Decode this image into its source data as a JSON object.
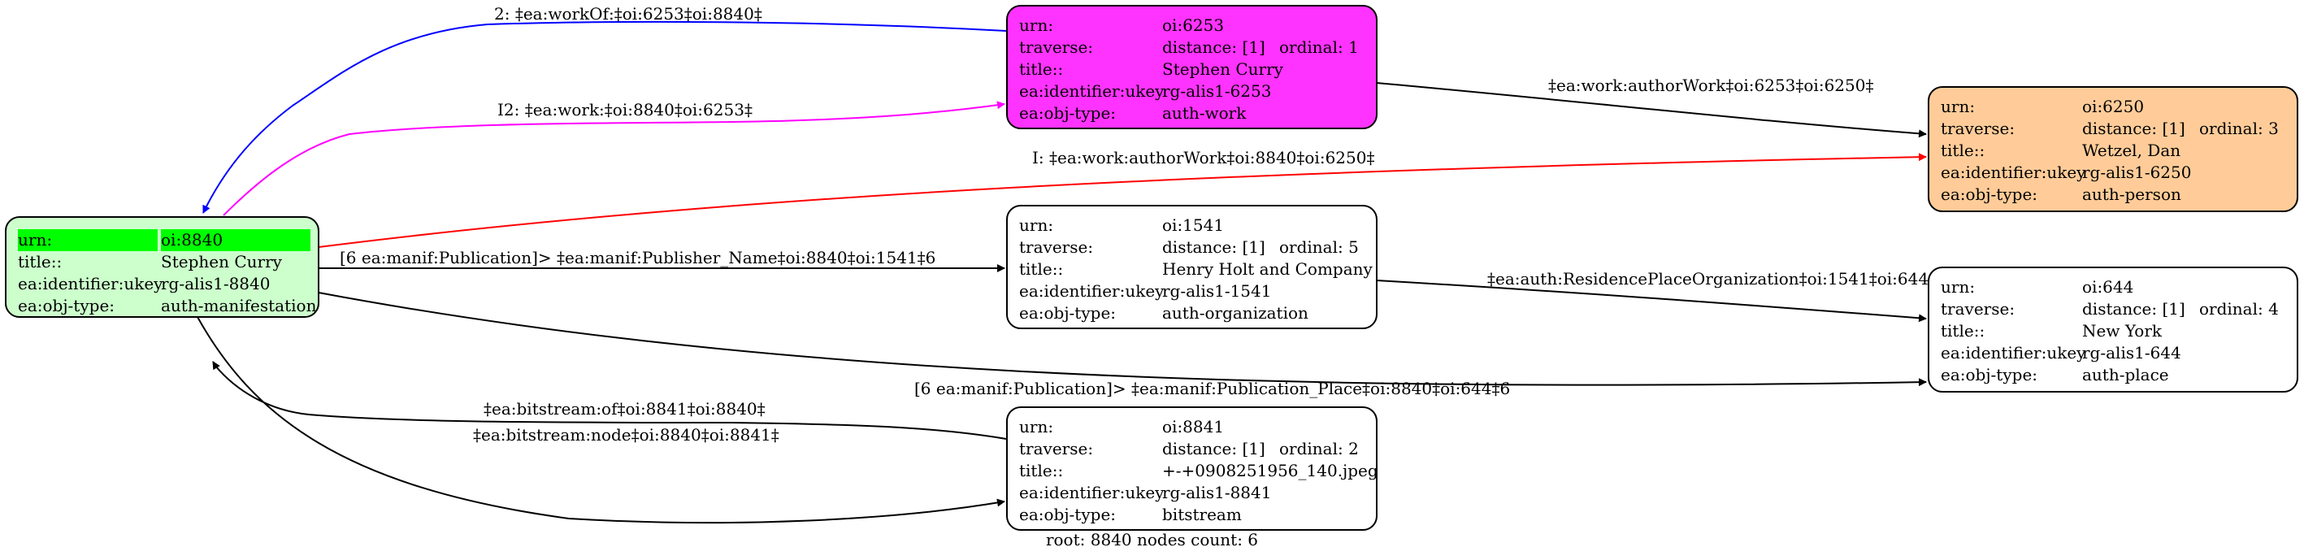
{
  "colors": {
    "root_fill": "#ccffcc",
    "root_highlight": "#00ff00",
    "work_fill": "#ff33ff",
    "person_fill": "#ffcc99",
    "plain_fill": "#ffffff",
    "edge_blue": "#0000ff",
    "edge_magenta": "#ff00ff",
    "edge_red": "#ff0000",
    "edge_black": "#000000"
  },
  "nodes": {
    "root": {
      "rows": [
        {
          "key": "urn:",
          "value": "oi:8840"
        },
        {
          "key": "title::",
          "value": "Stephen Curry"
        },
        {
          "key": "ea:identifier:ukey",
          "value": "rg-alis1-8840"
        },
        {
          "key": "ea:obj-type:",
          "value": "auth-manifestation"
        }
      ]
    },
    "work": {
      "rows": [
        {
          "key": "urn:",
          "value": "oi:6253"
        },
        {
          "key": "traverse:",
          "value": "distance: [1]",
          "extra": "ordinal: 1"
        },
        {
          "key": "title::",
          "value": "Stephen Curry"
        },
        {
          "key": "ea:identifier:ukey",
          "value": "rg-alis1-6253"
        },
        {
          "key": "ea:obj-type:",
          "value": "auth-work"
        }
      ]
    },
    "person": {
      "rows": [
        {
          "key": "urn:",
          "value": "oi:6250"
        },
        {
          "key": "traverse:",
          "value": "distance: [1]",
          "extra": "ordinal: 3"
        },
        {
          "key": "title::",
          "value": "Wetzel, Dan"
        },
        {
          "key": "ea:identifier:ukey",
          "value": "rg-alis1-6250"
        },
        {
          "key": "ea:obj-type:",
          "value": "auth-person"
        }
      ]
    },
    "organization": {
      "rows": [
        {
          "key": "urn:",
          "value": "oi:1541"
        },
        {
          "key": "traverse:",
          "value": "distance: [1]",
          "extra": "ordinal: 5"
        },
        {
          "key": "title::",
          "value": "Henry Holt and Company"
        },
        {
          "key": "ea:identifier:ukey",
          "value": "rg-alis1-1541"
        },
        {
          "key": "ea:obj-type:",
          "value": "auth-organization"
        }
      ]
    },
    "place": {
      "rows": [
        {
          "key": "urn:",
          "value": "oi:644"
        },
        {
          "key": "traverse:",
          "value": "distance: [1]",
          "extra": "ordinal: 4"
        },
        {
          "key": "title::",
          "value": "New York"
        },
        {
          "key": "ea:identifier:ukey",
          "value": "rg-alis1-644"
        },
        {
          "key": "ea:obj-type:",
          "value": "auth-place"
        }
      ]
    },
    "bitstream": {
      "rows": [
        {
          "key": "urn:",
          "value": "oi:8841"
        },
        {
          "key": "traverse:",
          "value": "distance: [1]",
          "extra": "ordinal: 2"
        },
        {
          "key": "title::",
          "value": "+-+0908251956_140.jpeg"
        },
        {
          "key": "ea:identifier:ukey",
          "value": "rg-alis1-8841"
        },
        {
          "key": "ea:obj-type:",
          "value": "bitstream"
        }
      ]
    }
  },
  "edges": {
    "work_of": "2: ‡ea:workOf:‡oi:6253‡oi:8840‡",
    "work_to_root": "I2: ‡ea:work:‡oi:8840‡oi:6253‡",
    "author_work_from_work": "‡ea:work:authorWork‡oi:6253‡oi:6250‡",
    "author_work_from_root": "I: ‡ea:work:authorWork‡oi:8840‡oi:6250‡",
    "publisher_name": "[6 ea:manif:Publication]> ‡ea:manif:Publisher_Name‡oi:8840‡oi:1541‡6",
    "residence_place": "‡ea:auth:ResidencePlaceOrganization‡oi:1541‡oi:644‡",
    "publication_place": "[6 ea:manif:Publication]> ‡ea:manif:Publication_Place‡oi:8840‡oi:644‡6",
    "bitstream_of": "‡ea:bitstream:of‡oi:8841‡oi:8840‡",
    "bitstream_node": "‡ea:bitstream:node‡oi:8840‡oi:8841‡"
  },
  "footer": "root: 8840 nodes count: 6"
}
